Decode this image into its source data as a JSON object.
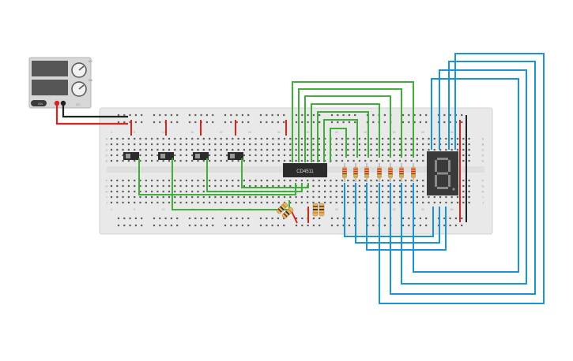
{
  "power_supply": {
    "button_label": "ON",
    "knob_labels": [
      "0V",
      "0A"
    ],
    "brand": "DC"
  },
  "breadboard": {
    "row_labels_top": [
      "A",
      "B",
      "C",
      "D",
      "E"
    ],
    "row_labels_bottom": [
      "F",
      "G",
      "H",
      "I",
      "J"
    ],
    "column_labels": [
      "1",
      "5",
      "10",
      "15",
      "20",
      "25",
      "30",
      "35",
      "40",
      "45",
      "50",
      "55",
      "60"
    ]
  },
  "chip": {
    "label": "CD4511"
  },
  "colors": {
    "green_wire": "#3fae3a",
    "blue_wire": "#1c93d4",
    "red_wire": "#d9231d",
    "black_wire": "#222222",
    "board": "#eaeaea",
    "display": "#3a3a3a",
    "segment_off": "#8b8b8b"
  }
}
